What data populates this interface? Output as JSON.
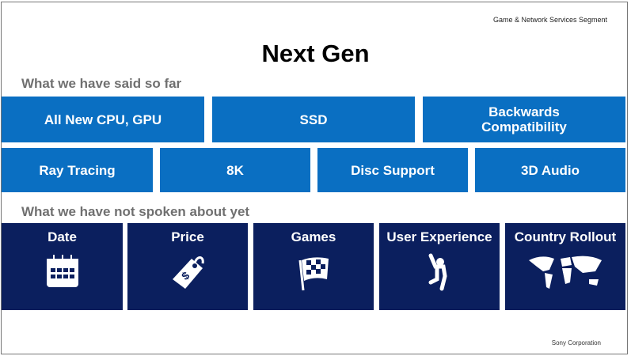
{
  "header": {
    "segment": "Game & Network Services Segment",
    "title": "Next Gen"
  },
  "said": {
    "heading": "What we have said so far",
    "row1": [
      "All New CPU, GPU",
      "SSD",
      "Backwards Compatibility"
    ],
    "row2": [
      "Ray Tracing",
      "8K",
      "Disc Support",
      "3D Audio"
    ]
  },
  "not_said": {
    "heading": "What we have not spoken about yet",
    "items": [
      {
        "label": "Date",
        "icon": "calendar-icon"
      },
      {
        "label": "Price",
        "icon": "price-tag-icon"
      },
      {
        "label": "Games",
        "icon": "checkered-flag-icon"
      },
      {
        "label": "User Experience",
        "icon": "jumping-person-icon"
      },
      {
        "label": "Country Rollout",
        "icon": "world-map-icon"
      }
    ]
  },
  "footer": {
    "company": "Sony Corporation"
  },
  "colors": {
    "light_blue": "#0a6fc2",
    "navy": "#0b1f5e"
  }
}
